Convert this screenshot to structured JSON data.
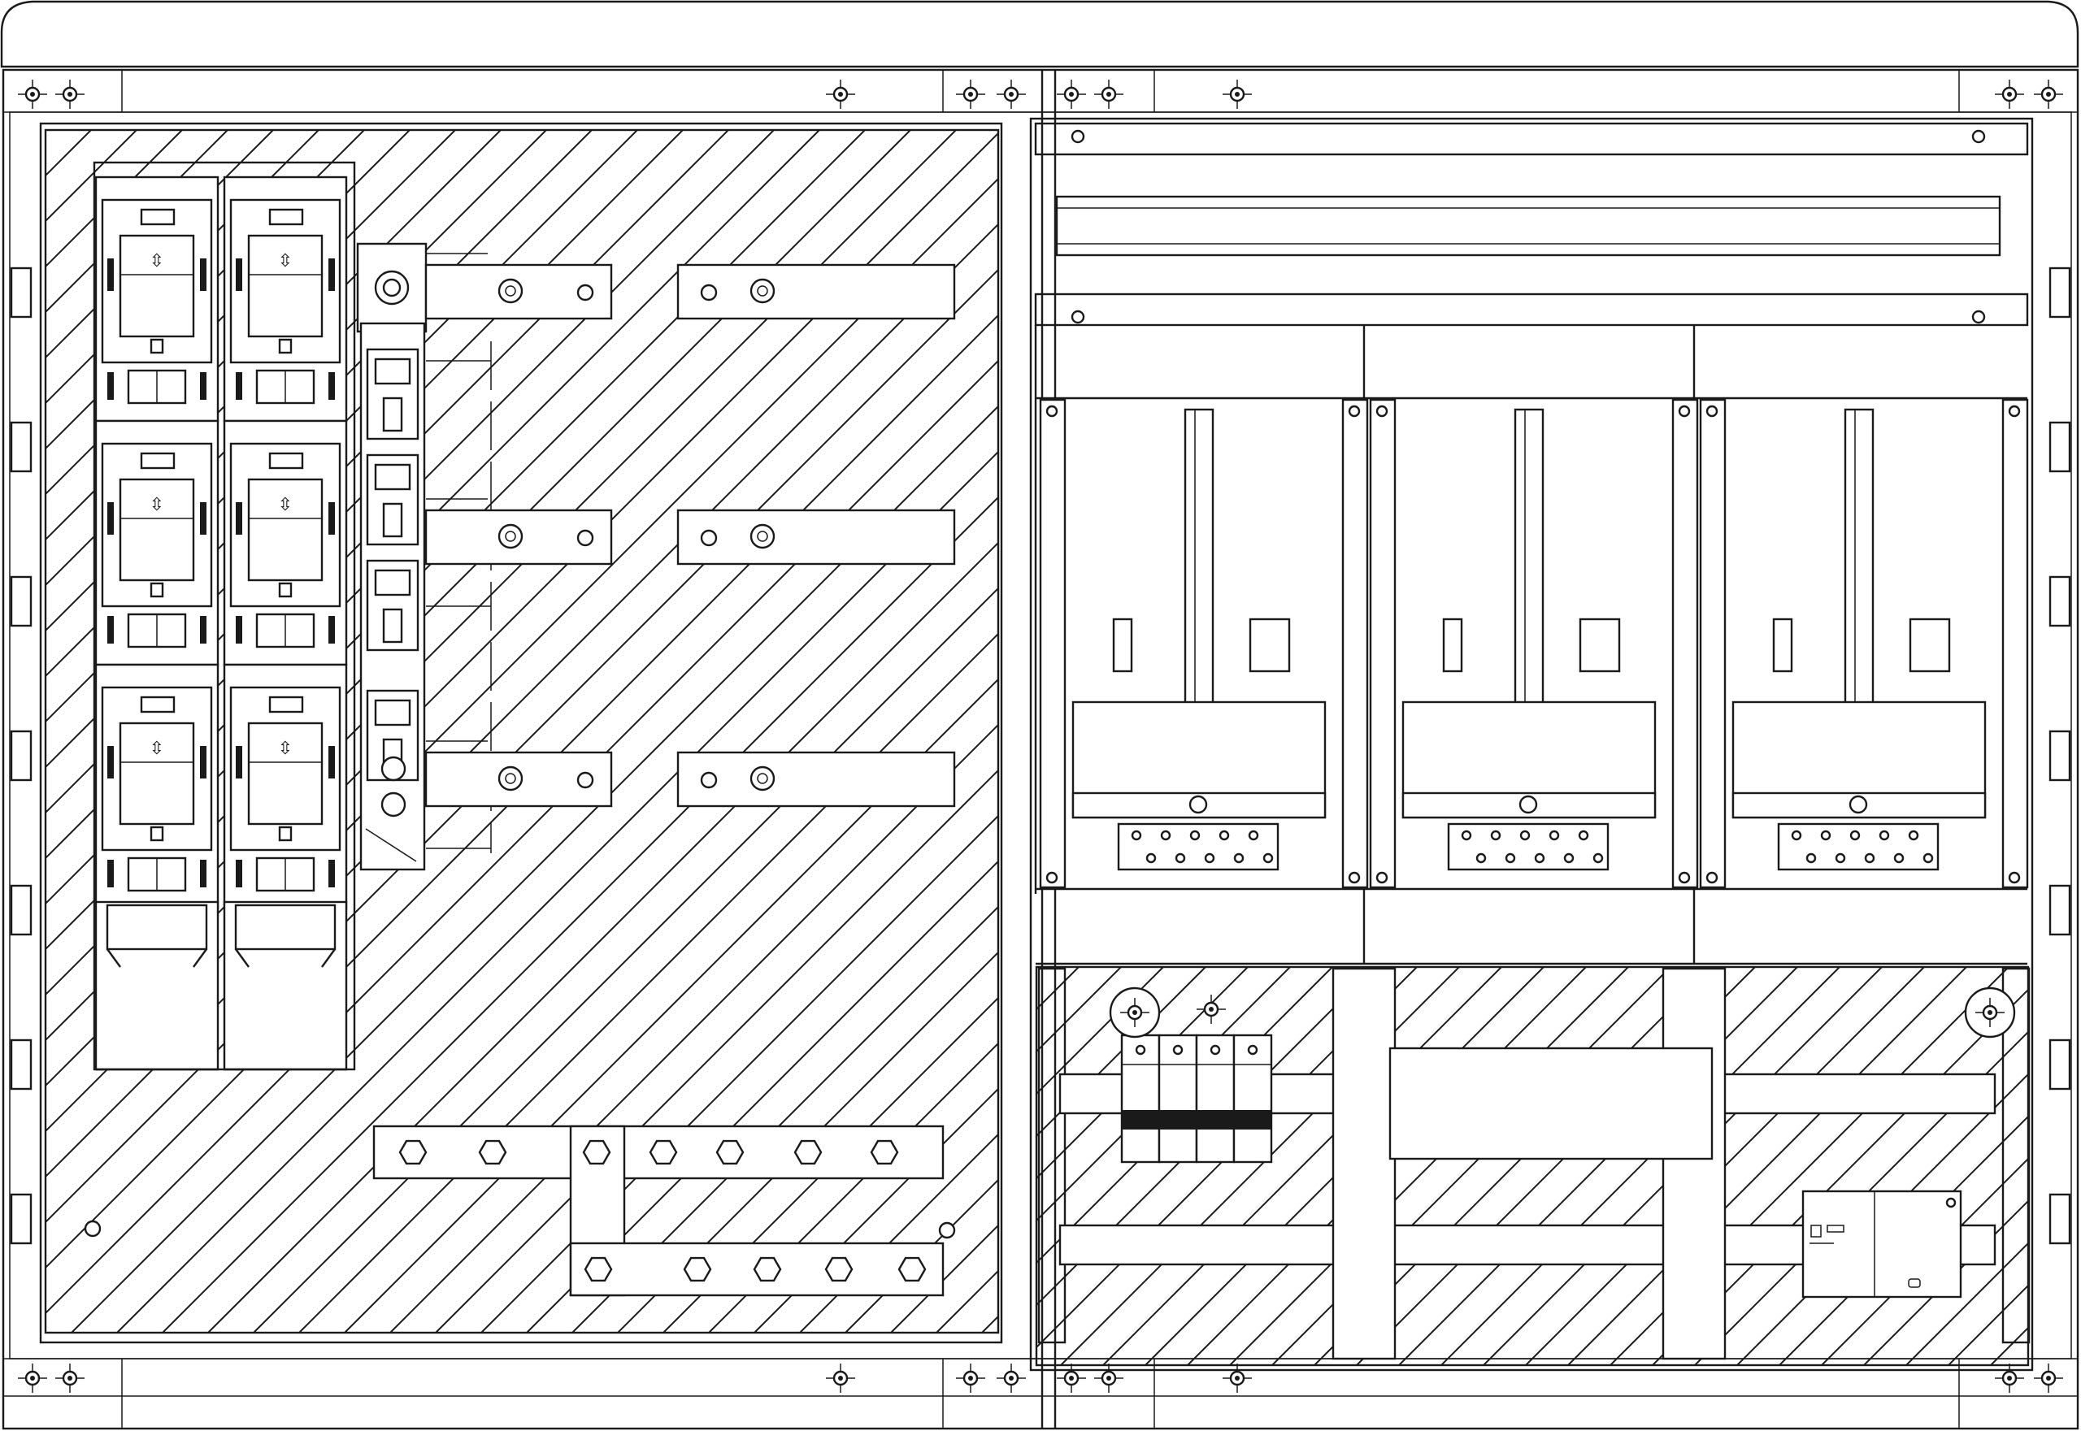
{
  "drawing": {
    "kind": "cabinet-front-view-line-drawing",
    "colors": {
      "line": "#1a1a1a",
      "background": "#ffffff"
    },
    "left_compartment": {
      "fuse_switch_disconnectors": 6,
      "vertical_fuse_strip": 1,
      "phase_busbar_rows": 3,
      "neutral_pe_bars": 2
    },
    "right_compartment": {
      "din_rails": 1,
      "meter_bays": 3,
      "surge_protection_poles": 4,
      "small_devices": 1
    }
  }
}
